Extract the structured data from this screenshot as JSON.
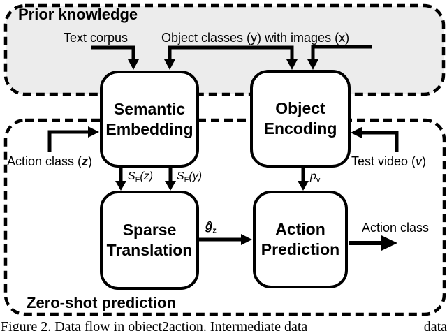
{
  "figure": {
    "regions": {
      "prior": {
        "label": "Prior knowledge",
        "fill": "#ececec"
      },
      "zero_shot": {
        "label": "Zero-shot prediction"
      }
    },
    "boxes": {
      "semantic_embedding": {
        "line1": "Semantic",
        "line2": "Embedding"
      },
      "object_encoding": {
        "line1": "Object",
        "line2": "Encoding"
      },
      "sparse_translation": {
        "line1": "Sparse",
        "line2": "Translation"
      },
      "action_prediction": {
        "line1": "Action",
        "line2": "Prediction"
      }
    },
    "inputs": {
      "text_corpus": "Text corpus",
      "object_classes": "Object classes (y) with images (x)",
      "action_class_in": {
        "text": "Action class (",
        "var": "z",
        "close": ")"
      },
      "test_video": {
        "text": "Test video (",
        "var": "v",
        "close": ")"
      }
    },
    "output": {
      "action_class_out": "Action class"
    },
    "edge_labels": {
      "sfz": {
        "base": "S",
        "sub": "F",
        "arg": "(z)"
      },
      "sfy": {
        "base": "S",
        "sub": "F",
        "arg": "(y)"
      },
      "pv": {
        "base": "p",
        "sub": "v",
        "arg": ""
      },
      "gz": {
        "base": "ĝ",
        "sub": "z",
        "arg": ""
      }
    },
    "colors": {
      "ink": "#000000",
      "region_fill": "#ececec",
      "background": "#ffffff"
    }
  },
  "caption": {
    "prefix": "Figure 2. Data flow in object2action. Intermediate data",
    "suffix": "data"
  }
}
